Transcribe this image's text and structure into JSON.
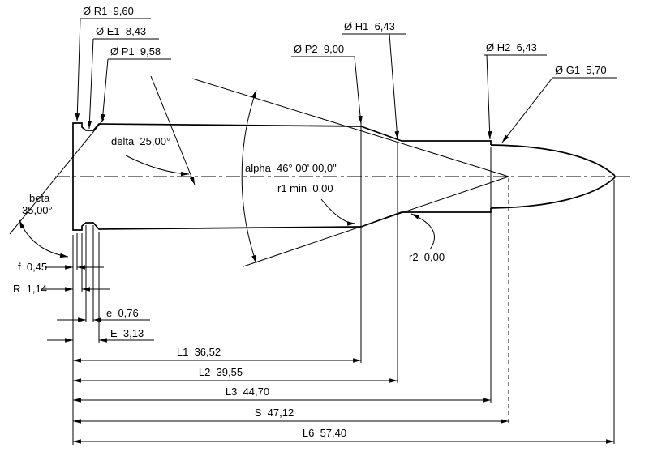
{
  "drawing": {
    "background": "#ffffff",
    "line_color": "#000000",
    "diameters": {
      "R1": "Ø R1  9,60",
      "E1": "Ø E1  8,43",
      "P1": "Ø P1  9,58",
      "P2": "Ø P2  9,00",
      "H1": "Ø H1  6,43",
      "H2": "Ø H2  6,43",
      "G1": "Ø G1  5,70"
    },
    "angles": {
      "delta": "delta  25,00°",
      "alpha": "alpha  46° 00' 00,0\"",
      "beta_name": "beta",
      "beta_value": "35,00°"
    },
    "radii": {
      "r1": "r1 min  0,00",
      "r2": "r2  0,00"
    },
    "head": {
      "f": "f  0,45",
      "R": "R  1,14",
      "e": "e  0,76",
      "E": "E  3,13"
    },
    "lengths": {
      "L1": "L1  36,52",
      "L2": "L2  39,55",
      "L3": "L3  44,70",
      "S": "S  47,12",
      "L6": "L6  57,40"
    }
  }
}
